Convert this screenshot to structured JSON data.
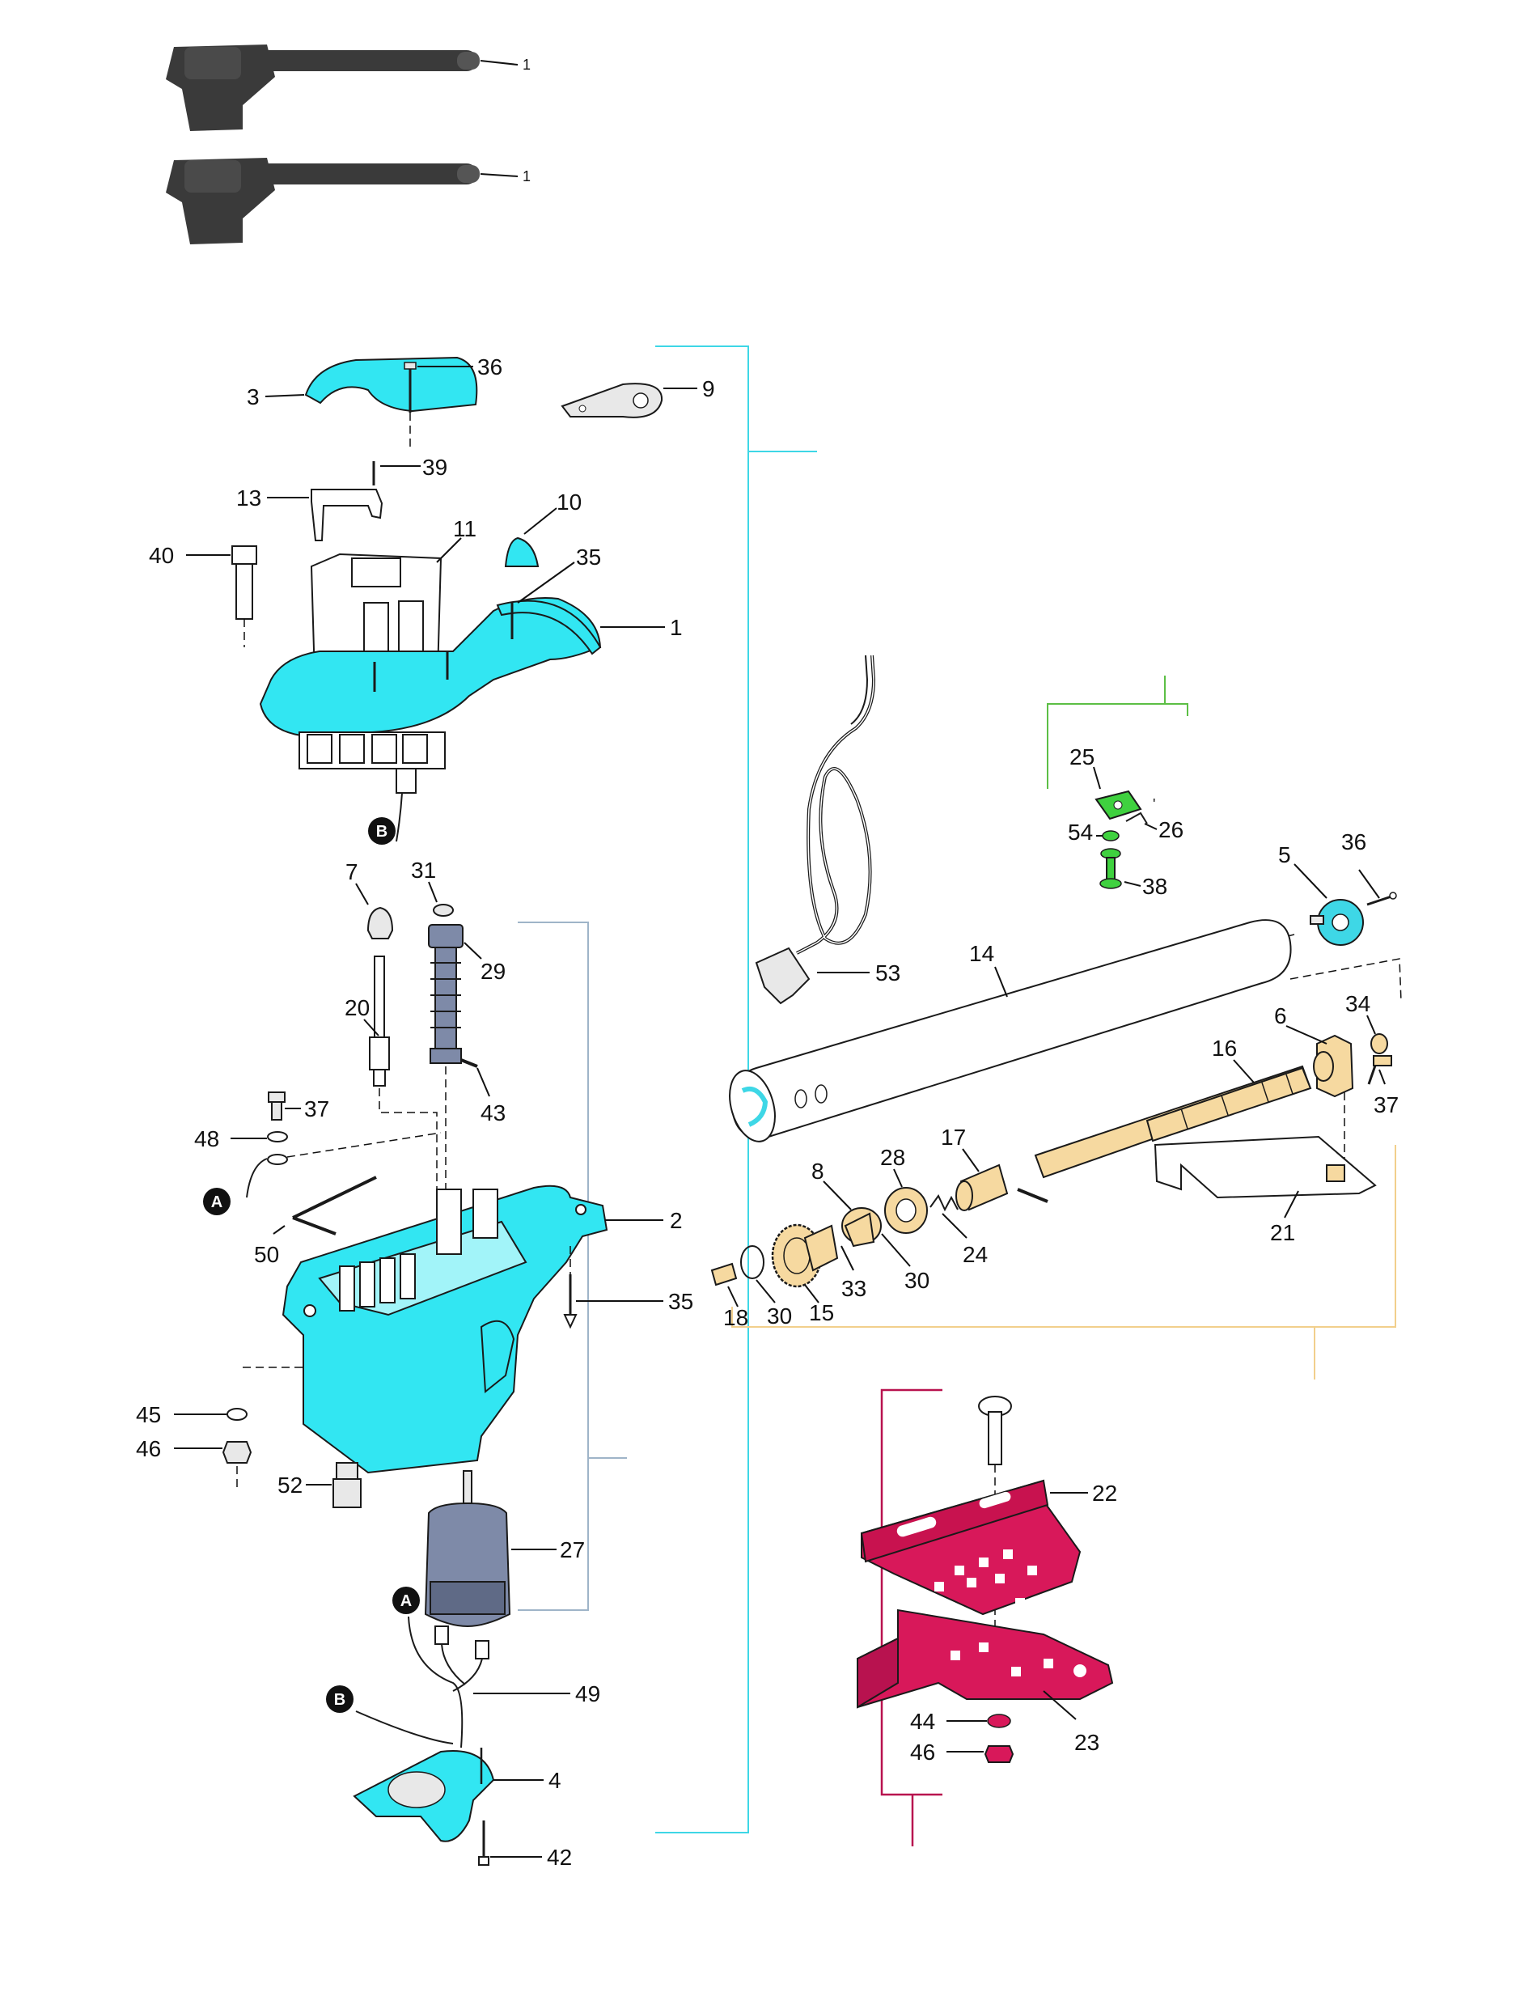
{
  "colors": {
    "cyan_group": "#32e6f2",
    "green_group": "#3fd13f",
    "magenta_group": "#d8185a",
    "tan_parts": "#f6d9a0",
    "grey_parts": "#e8e8e8",
    "motor_blue": "#7e8aa8",
    "actuator_dark": "#3a3a3a",
    "bracket_cyan": "#3ed7e6",
    "bracket_blue": "#9fb4c8",
    "bracket_green": "#5cbf45",
    "bracket_tan": "#f2cf8c",
    "bracket_magenta": "#b8124f"
  },
  "labels": {
    "p1": "1",
    "p1b": "1",
    "p1c": "1",
    "p2": "2",
    "p3": "3",
    "p4": "4",
    "p5": "5",
    "p6": "6",
    "p7": "7",
    "p8": "8",
    "p9": "9",
    "p10": "10",
    "p11": "11",
    "p13": "13",
    "p14": "14",
    "p15": "15",
    "p16": "16",
    "p17": "17",
    "p18": "18",
    "p20": "20",
    "p21": "21",
    "p22": "22",
    "p23": "23",
    "p24": "24",
    "p25": "25",
    "p26": "26",
    "p27": "27",
    "p28": "28",
    "p29": "29",
    "p30a": "30",
    "p30b": "30",
    "p31": "31",
    "p33": "33",
    "p34": "34",
    "p35a": "35",
    "p35b": "35",
    "p36a": "36",
    "p36b": "36",
    "p37a": "37",
    "p37b": "37",
    "p38": "38",
    "p39": "39",
    "p40": "40",
    "p42": "42",
    "p43": "43",
    "p44": "44",
    "p45": "45",
    "p46a": "46",
    "p46b": "46",
    "p48": "48",
    "p49": "49",
    "p50": "50",
    "p52": "52",
    "p53": "53",
    "p54": "54"
  },
  "connectors": {
    "a1": "A",
    "a2": "A",
    "b1": "B",
    "b2": "B"
  },
  "icons": {
    "actuator": "linear-actuator-icon",
    "cable": "power-cable-plug-icon",
    "motor": "electric-motor-icon"
  }
}
